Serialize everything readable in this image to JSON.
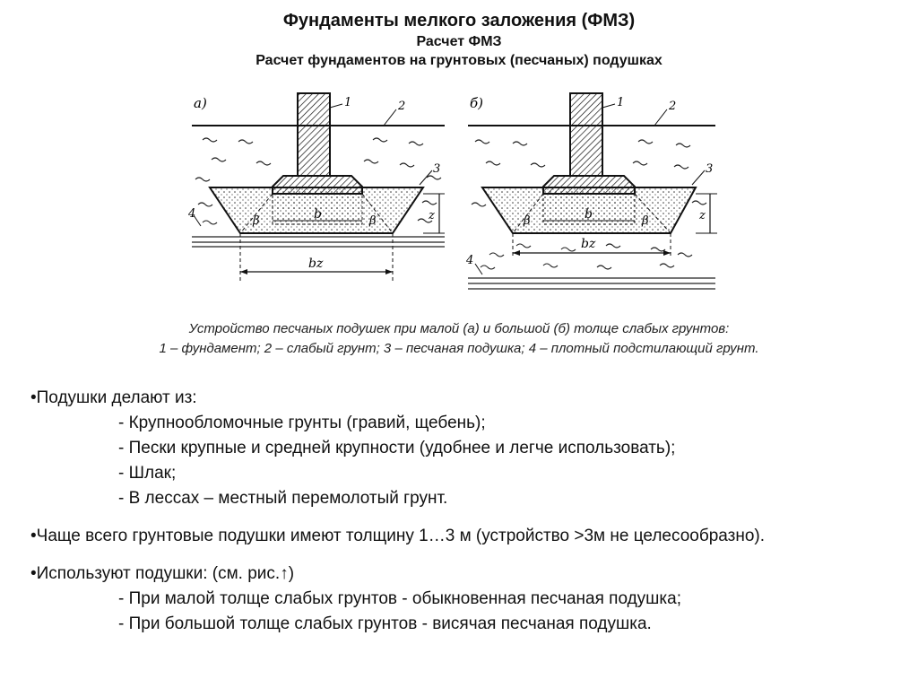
{
  "title": "Фундаменты мелкого заложения (ФМЗ)",
  "subtitle": "Расчет ФМЗ",
  "subtitle2": "Расчет фундаментов на грунтовых (песчаных) подушках",
  "figures": {
    "a": {
      "tag": "а)",
      "n1": "1",
      "n2": "2",
      "n3": "3",
      "n4": "4",
      "beta": "β",
      "b": "b",
      "bz": "bz",
      "z": "z"
    },
    "b": {
      "tag": "б)",
      "n1": "1",
      "n2": "2",
      "n3": "3",
      "n4": "4",
      "beta": "β",
      "b": "b",
      "bz": "bz",
      "z": "z"
    }
  },
  "caption": {
    "line1": "Устройство песчаных подушек при малой (а) и большой (б) толще слабых грунтов:",
    "line2": "1 – фундамент; 2 – слабый грунт; 3 – песчаная подушка; 4 – плотный подстилающий грунт."
  },
  "content": {
    "b1": "•Подушки делают из:",
    "b1_items": [
      "- Крупнообломочные грунты (гравий, щебень);",
      "- Пески крупные и средней крупности (удобнее и легче использовать);",
      "- Шлак;",
      "- В лессах – местный перемолотый грунт."
    ],
    "b2": "•Чаще всего грунтовые подушки имеют толщину 1…3 м (устройство >3м не целесообразно).",
    "b3": "•Используют подушки: (см. рис.↑)",
    "b3_items": [
      "- При малой толще слабых грунтов - обыкновенная песчаная подушка;",
      "- При большой толще слабых грунтов - висячая песчаная подушка."
    ]
  }
}
